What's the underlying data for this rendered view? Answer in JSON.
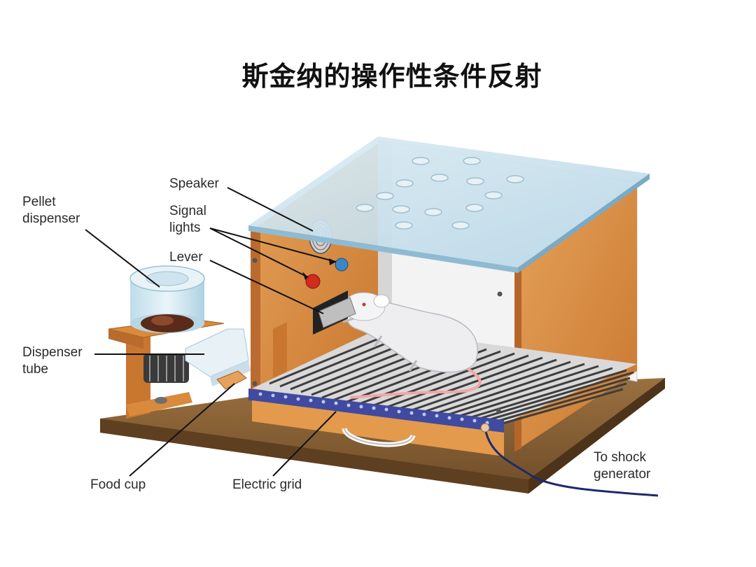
{
  "slide": {
    "title": "斯金纳的操作性条件反射"
  },
  "labels": {
    "pellet_dispenser": "Pellet\ndispenser",
    "speaker": "Speaker",
    "signal_lights": "Signal\nlights",
    "lever": "Lever",
    "dispenser_tube": "Dispenser\ntube",
    "food_cup": "Food cup",
    "electric_grid": "Electric grid",
    "shock_generator": "To shock\ngenerator"
  },
  "colors": {
    "wood": "#d98a3c",
    "wood_dark": "#b8682a",
    "base": "#8a6337",
    "glass": "#c9e2ee",
    "glass_edge": "#9ec8de",
    "grid": "#444444",
    "rat": "#e9e9ec",
    "red_light": "#d22a1f",
    "blue_light": "#3c86c6"
  }
}
